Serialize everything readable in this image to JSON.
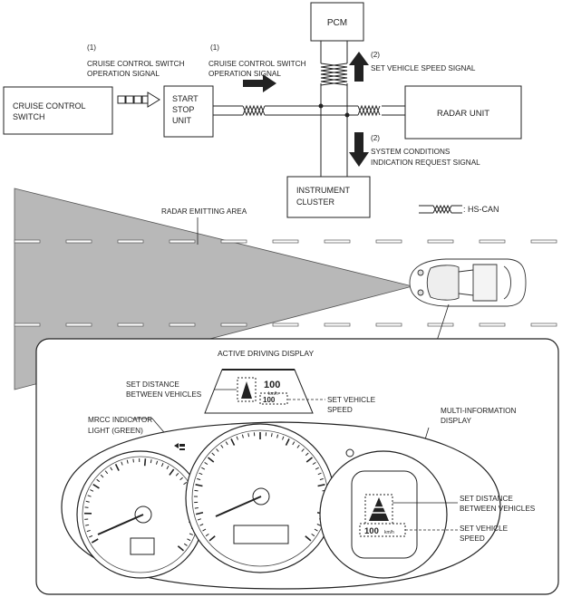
{
  "blocks": {
    "pcm": "PCM",
    "switch_l1": "CRUISE CONTROL",
    "switch_l2": "SWITCH",
    "ssu_l1": "START",
    "ssu_l2": "STOP",
    "ssu_l3": "UNIT",
    "radar": "RADAR UNIT",
    "ic_l1": "INSTRUMENT",
    "ic_l2": "CLUSTER"
  },
  "signals": {
    "s1a_num": "(1)",
    "s1a_l1": "CRUISE CONTROL SWITCH",
    "s1a_l2": "OPERATION SIGNAL",
    "s1b_num": "(1)",
    "s1b_l1": "CRUISE CONTROL SWITCH",
    "s1b_l2": "OPERATION SIGNAL",
    "s2a_num": "(2)",
    "s2a_l1": "SET VEHICLE SPEED SIGNAL",
    "s2b_num": "(2)",
    "s2b_l1": "SYSTEM CONDITIONS",
    "s2b_l2": "INDICATION REQUEST SIGNAL"
  },
  "legend": {
    "hs_can": ": HS-CAN"
  },
  "road": {
    "radar_area": "RADAR EMITTING AREA"
  },
  "cluster": {
    "active_display": "ACTIVE DRIVING DISPLAY",
    "hud_speed": "100",
    "hud_unit": "km/h",
    "hud_set": "100",
    "set_dist_l1": "SET DISTANCE",
    "set_dist_l2": "BETWEEN VEHICLES",
    "set_speed_l1": "SET VEHICLE",
    "set_speed_l2": "SPEED",
    "mrcc_l1": "MRCC INDICATOR",
    "mrcc_l2": "LIGHT (GREEN)",
    "mid_l1": "MULTI-INFORMATION",
    "mid_l2": "DISPLAY",
    "mid_dist_l1": "SET DISTANCE",
    "mid_dist_l2": "BETWEEN VEHICLES",
    "mid_speed_l1": "SET VEHICLE",
    "mid_speed_l2": "SPEED",
    "mid_speed_val": "100",
    "mid_speed_unit": "km/h"
  }
}
